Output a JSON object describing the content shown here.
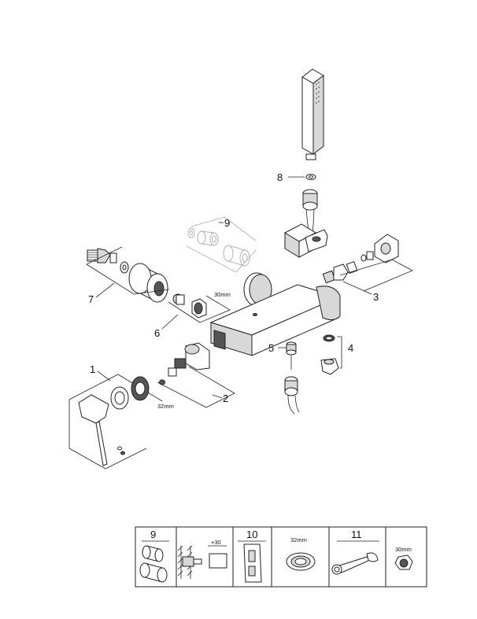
{
  "callouts": {
    "c1": "1",
    "c2": "2",
    "c3": "3",
    "c4": "4",
    "c5": "5",
    "c6": "6",
    "c7": "7",
    "c8": "8",
    "c9": "9"
  },
  "sizes": {
    "nut_6": "30mm",
    "ring_1": "32mm"
  },
  "legend": {
    "item_9_label": "9",
    "extension_label": "+30",
    "item_10_label": "10",
    "ring_size": "32mm",
    "item_11_label": "11",
    "nut_size": "30mm"
  }
}
